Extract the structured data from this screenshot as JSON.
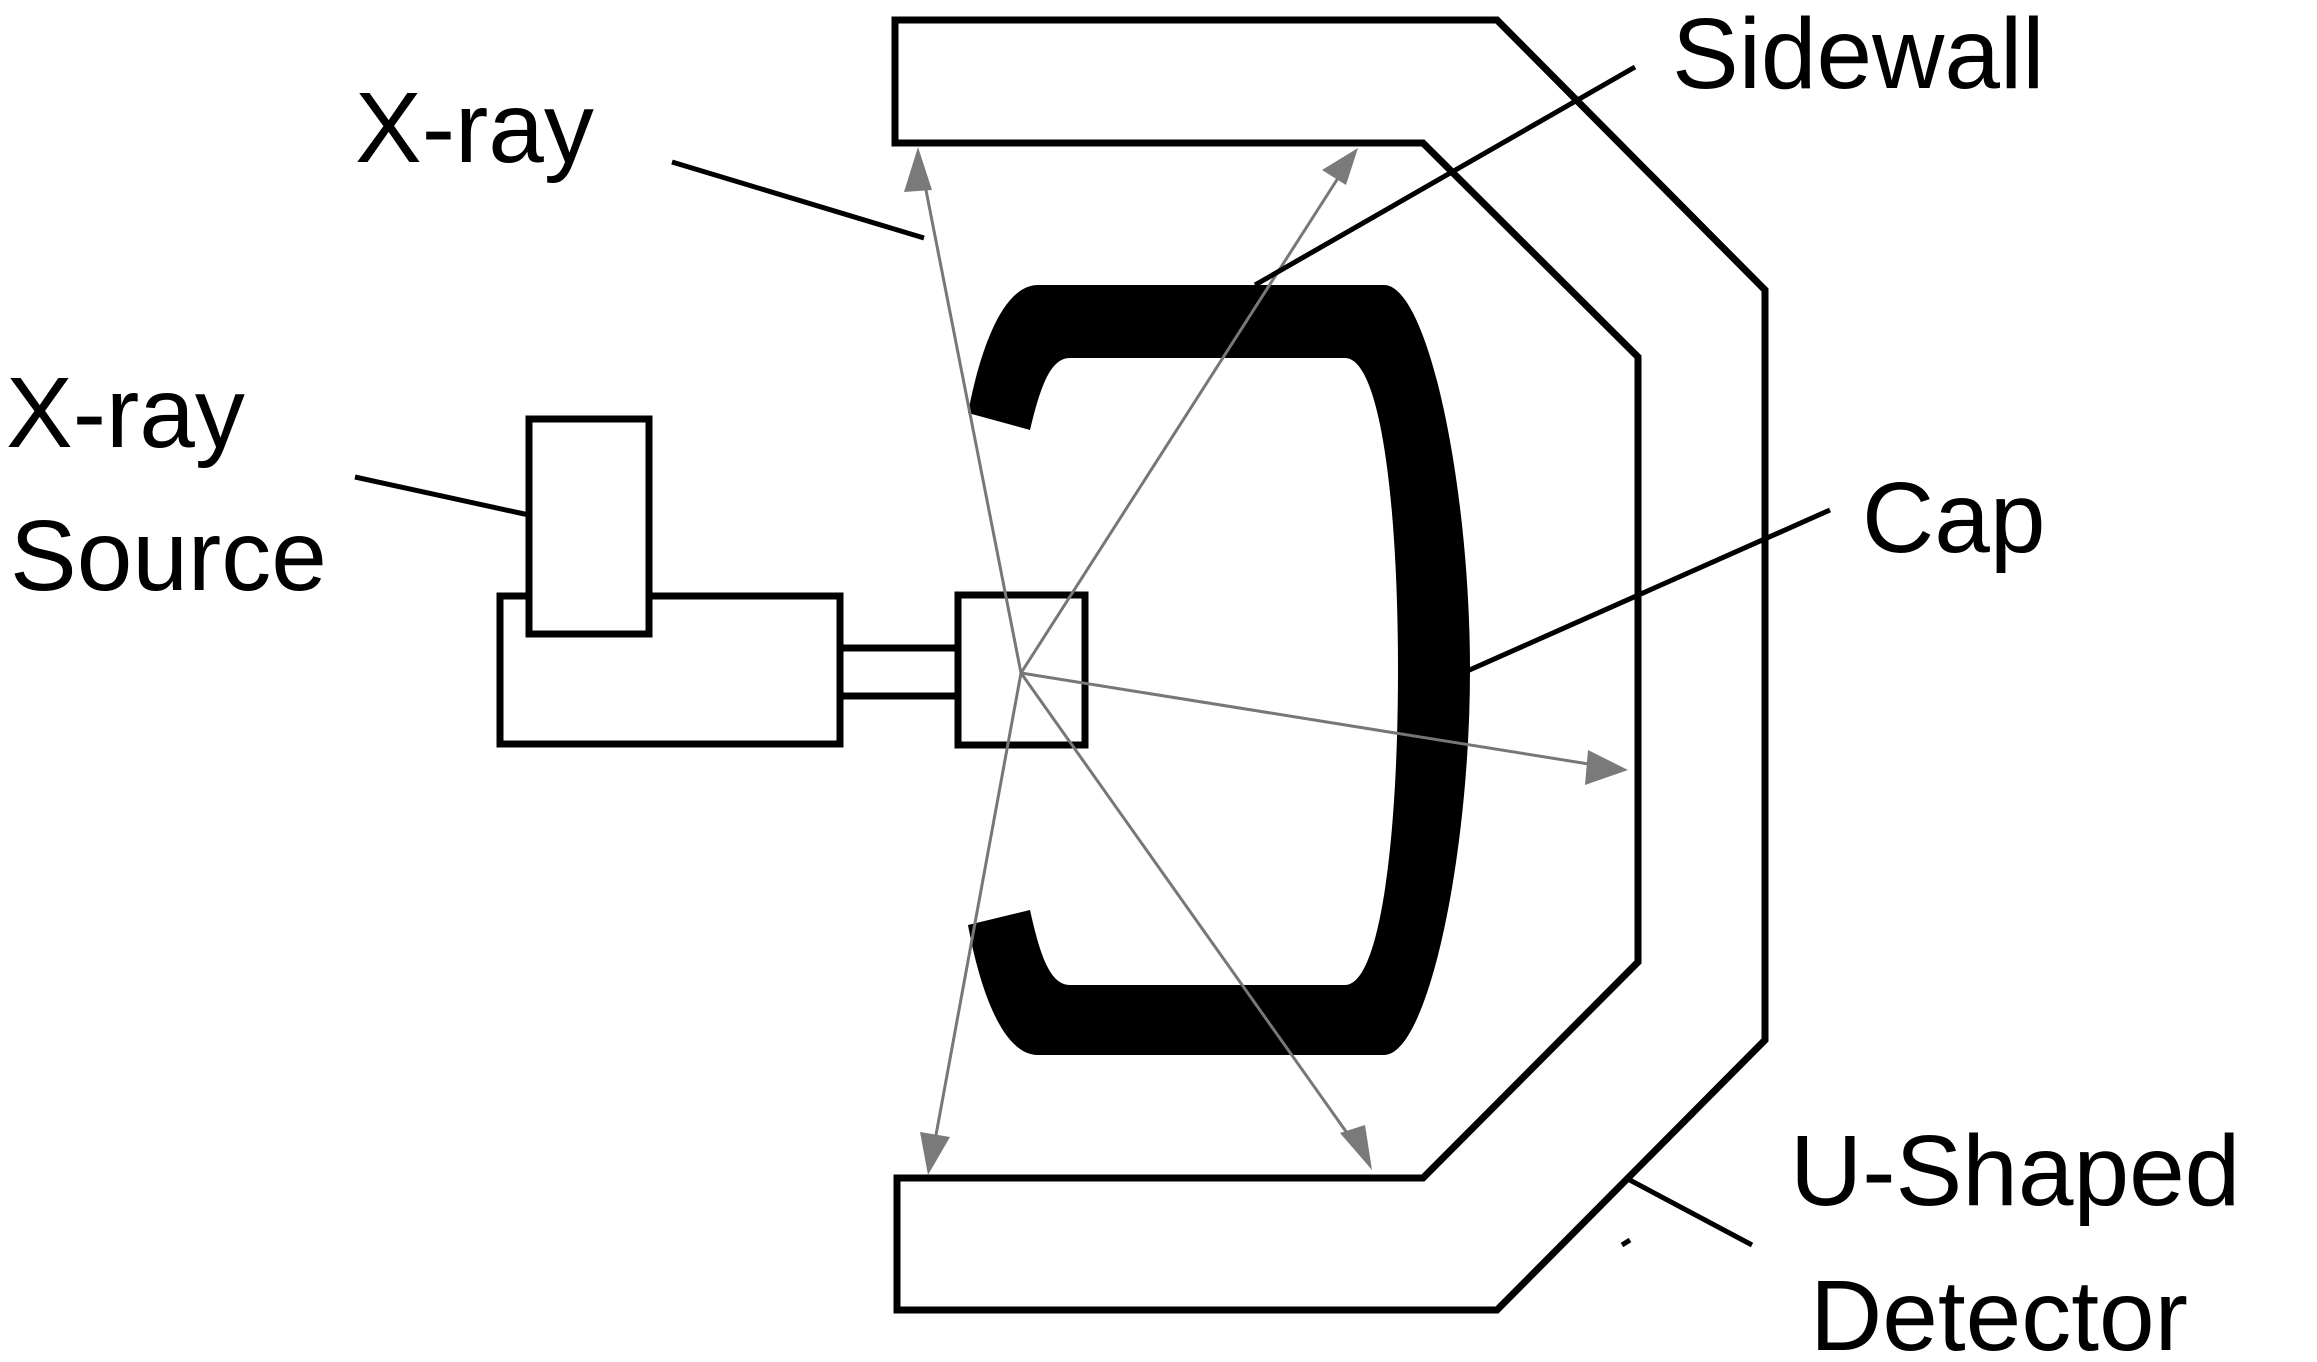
{
  "labels": {
    "xray": "X-ray",
    "sidewall": "Sidewall",
    "source_line1": "X-ray",
    "source_line2": "Source",
    "cap": "Cap",
    "detector_line1": "U-Shaped",
    "detector_line2": "Detector"
  },
  "colors": {
    "stroke": "#000000",
    "ray": "#777777",
    "background": "#ffffff"
  }
}
